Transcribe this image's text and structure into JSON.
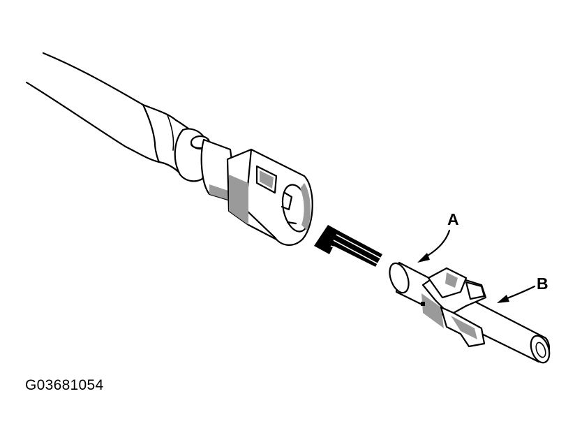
{
  "labels": {
    "a": "A",
    "b": "B"
  },
  "figure_id": "G03681054",
  "colors": {
    "ink": "#000000",
    "shade": "#9a9a9a",
    "background": "#ffffff"
  }
}
